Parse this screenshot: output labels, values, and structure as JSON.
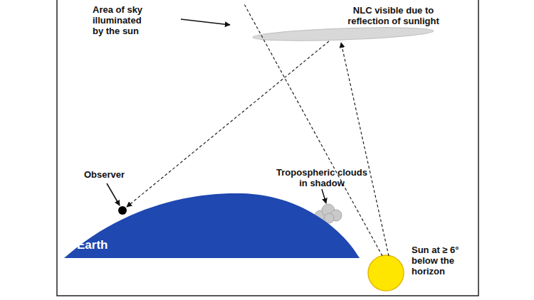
{
  "diagram": {
    "nodes": [
      {
        "text": [
          "Earth"
        ]
      }
    ],
    "labels": [
      "Area of sky illuminated by the sun",
      "NLC visible due to reflection of sunlight",
      "Observer",
      "Tropospheric clouds in shadow",
      "Sun at ≥ 6° below the horizon"
    ]
  }
}
